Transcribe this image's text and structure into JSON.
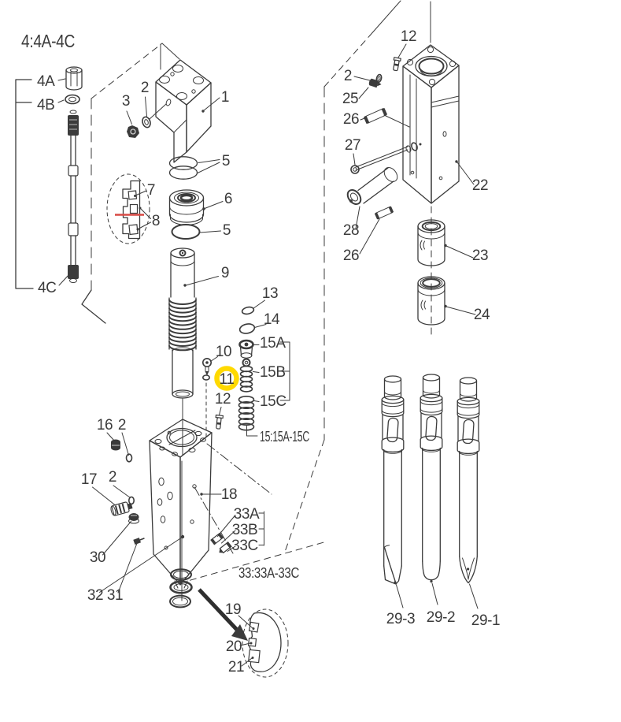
{
  "diagram": {
    "type": "exploded-parts-diagram",
    "colors": {
      "line": "#3B3B3B",
      "highlight_ring": "#FFD900",
      "seal_position_mark": "#D84A45",
      "hatch": "#8A8A8A",
      "background": "#FFFFFF"
    },
    "highlight": {
      "highlighted_part": "11",
      "shape": "circle"
    },
    "group_titles": {
      "g4": "4:4A-4C",
      "g15": "15:15A-15C",
      "g33": "33:33A-33C"
    },
    "part_labels": {
      "n1": "1",
      "n2": "2",
      "n3": "3",
      "n4a": "4A",
      "n4b": "4B",
      "n4c": "4C",
      "n5": "5",
      "n6": "6",
      "n7": "7",
      "n8": "8",
      "n9": "9",
      "n10": "10",
      "n11": "11",
      "n12": "12",
      "n13": "13",
      "n14": "14",
      "n15a": "15A",
      "n15b": "15B",
      "n15c": "15C",
      "n16": "16",
      "n17": "17",
      "n18": "18",
      "n19": "19",
      "n20": "20",
      "n21": "21",
      "n22": "22",
      "n23": "23",
      "n24": "24",
      "n25": "25",
      "n26": "26",
      "n27": "27",
      "n28": "28",
      "n29_1": "29-1",
      "n29_2": "29-2",
      "n29_3": "29-3",
      "n30": "30",
      "n31": "31",
      "n32": "32",
      "n33a": "33A",
      "n33b": "33B",
      "n33c": "33C"
    }
  }
}
